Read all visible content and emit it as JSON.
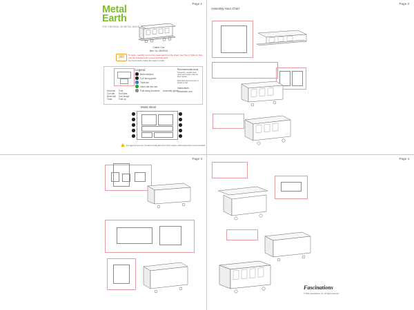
{
  "pages": {
    "p1": {
      "label": "Page 1"
    },
    "p2": {
      "label": "Page 2"
    },
    "p3": {
      "label": "Page 3"
    },
    "p4": {
      "label": "Page 4"
    }
  },
  "cover": {
    "logo_line1": "Metal",
    "logo_line2": "Earth",
    "logo_sub": "THE ORIGINAL 3D METAL MODEL KITS",
    "model_name": "Cable Car",
    "model_item": "Item. No. MMS016",
    "badge": "360",
    "intro_red_1": "To begin, carefully remove the metal parts from the sheet. See Tips & Tricks for help.",
    "intro_red_2": "Use the included tools to bend and fold parts.",
    "intro_line": "For best results, follow the steps in order."
  },
  "legend": {
    "title": "Legend",
    "items": [
      "Bend tab/pins",
      "Curl along guide",
      "Twist tab",
      "Insert tab into slot",
      "Fold along scoreline"
    ],
    "left_col": [
      "Hold tab",
      "Curl tab",
      "Bend tab",
      "Twist"
    ],
    "left_col_b": [
      "Fold",
      "Roll tabs",
      "Curl shape",
      "Fold up"
    ],
    "right_note": "Assembly guide",
    "recommended_title": "Recommended tools",
    "recommended_text": "Tweezers, needle-nose pliers and cutters help for best results.",
    "tip_text": "Roll parts around a pen or dowel to curl.",
    "website_title": "Instructions",
    "website": "metalearth.com"
  },
  "sheet_view": {
    "title": "Metal sheet"
  },
  "cover_warning": "For ages 14 and up. Contains small parts and sharp edges. Adult supervision recommended.",
  "page2": {
    "title": "Assembly Hour Chart"
  },
  "brand": {
    "name": "Fascinations",
    "line": "© 2021 Fascinations, Inc. All rights reserved."
  }
}
